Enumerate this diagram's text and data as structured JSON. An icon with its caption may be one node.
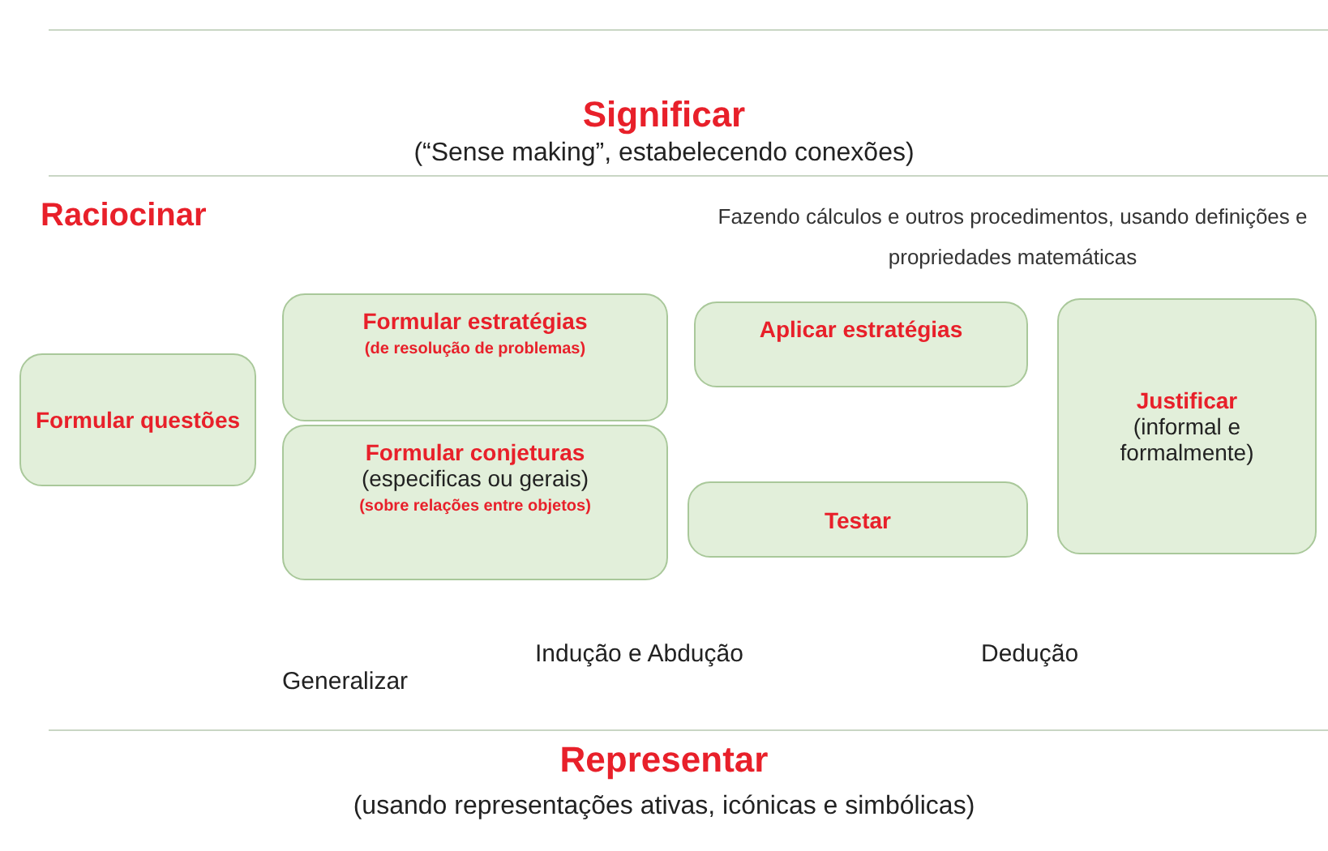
{
  "diagram": {
    "nodes": [
      {
        "text": [
          "Formular questões"
        ]
      },
      {
        "text": [
          "Formular estratégias",
          "(de resolução de problemas)"
        ]
      },
      {
        "text": [
          "Formular conjeturas",
          "(especificas ou gerais)",
          "(sobre relações entre objetos)"
        ]
      },
      {
        "text": [
          "Aplicar estratégias"
        ]
      },
      {
        "text": [
          "Testar"
        ]
      },
      {
        "text": [
          "Justificar",
          "(informal e formalmente)"
        ]
      }
    ],
    "edges": [],
    "labels": [
      "Significar",
      "(“Sense making”, estabelecendo conexões)",
      "Raciocinar",
      "Fazendo cálculos e outros procedimentos, usando definições e propriedades matemáticas",
      "Indução e Abdução",
      "Dedução",
      "Generalizar",
      "Representar",
      "(usando representações ativas, icónicas e simbólicas)"
    ]
  }
}
